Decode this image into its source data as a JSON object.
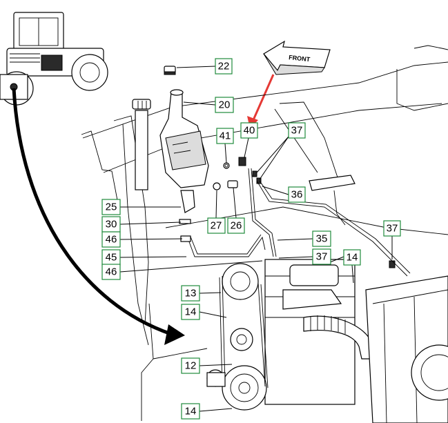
{
  "front_arrow": {
    "text": "FRONT"
  },
  "callouts": [
    {
      "id": "c22",
      "label": "22"
    },
    {
      "id": "c20",
      "label": "20"
    },
    {
      "id": "c41",
      "label": "41"
    },
    {
      "id": "c40",
      "label": "40"
    },
    {
      "id": "c37a",
      "label": "37"
    },
    {
      "id": "c36",
      "label": "36"
    },
    {
      "id": "c25",
      "label": "25"
    },
    {
      "id": "c30",
      "label": "30"
    },
    {
      "id": "c46a",
      "label": "46"
    },
    {
      "id": "c45",
      "label": "45"
    },
    {
      "id": "c46b",
      "label": "46"
    },
    {
      "id": "c27",
      "label": "27"
    },
    {
      "id": "c26",
      "label": "26"
    },
    {
      "id": "c35",
      "label": "35"
    },
    {
      "id": "c37b",
      "label": "37"
    },
    {
      "id": "c37c",
      "label": "37"
    },
    {
      "id": "c14a",
      "label": "14"
    },
    {
      "id": "c13",
      "label": "13"
    },
    {
      "id": "c14b",
      "label": "14"
    },
    {
      "id": "c12",
      "label": "12"
    },
    {
      "id": "c14c",
      "label": "14"
    }
  ],
  "colors": {
    "callout_border": "#1f8a3b",
    "highlight_arrow": "#e53935",
    "line": "#000000"
  }
}
